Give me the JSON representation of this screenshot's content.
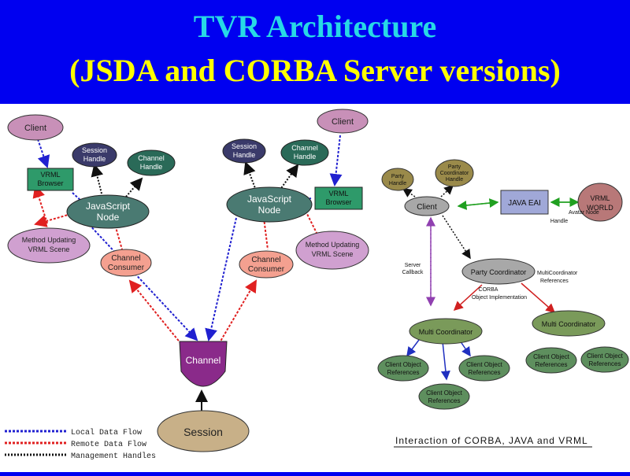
{
  "title": {
    "line1": "TVR Architecture",
    "line2": "(JSDA and CORBA Server versions)"
  },
  "left_diagram": {
    "nodes": {
      "client_left": "Client",
      "client_right": "Client",
      "session_handle_left": [
        "Session",
        "Handle"
      ],
      "channel_handle_left": [
        "Channel",
        "Handle"
      ],
      "session_handle_right": [
        "Session",
        "Handle"
      ],
      "channel_handle_right": [
        "Channel",
        "Handle"
      ],
      "vrml_browser_left": [
        "VRML",
        "Browser"
      ],
      "vrml_browser_right": [
        "VRML",
        "Browser"
      ],
      "js_node_left": [
        "JavaScript",
        "Node"
      ],
      "js_node_right": [
        "JavaScript",
        "Node"
      ],
      "method_updating_left": [
        "Method Updating",
        "VRML Scene"
      ],
      "method_updating_right": [
        "Method Updating",
        "VRML Scene"
      ],
      "channel_consumer_left": [
        "Channel",
        "Consumer"
      ],
      "channel_consumer_right": [
        "Channel",
        "Consumer"
      ],
      "channel": "Channel",
      "session": "Session"
    },
    "legend": [
      {
        "label": "Local Data Flow",
        "color": "#2020d0"
      },
      {
        "label": "Remote Data Flow",
        "color": "#e02020"
      },
      {
        "label": "Management Handles",
        "color": "#101010"
      }
    ]
  },
  "right_diagram": {
    "nodes": {
      "party_handle": [
        "Party",
        "Handle"
      ],
      "party_coord_handle": [
        "Party",
        "Coordinator",
        "Handle"
      ],
      "client": "Client",
      "java_eai": "JAVA EAI",
      "vrml_world": [
        "VRML",
        "WORLD"
      ],
      "party_coordinator": "Party Coordinator",
      "multi_coordinator_left": "Multi Coordinator",
      "multi_coordinator_right": "Multi Coordinator",
      "cor_1": [
        "Client Object",
        "References"
      ],
      "cor_2": [
        "Client Object",
        "References"
      ],
      "cor_3": [
        "Client Object",
        "References"
      ],
      "cor_4": [
        "Client Object",
        "References"
      ],
      "cor_5": [
        "Client Object",
        "References"
      ]
    },
    "labels": {
      "avatar_node_handle": [
        "Avatar Node",
        "Handle"
      ],
      "server_callbacks": [
        "Server",
        "Callback"
      ],
      "multicoord_refs": [
        "MultiCoordinator",
        "References"
      ],
      "corba_impl": [
        "CORBA",
        "Object Implementation"
      ]
    },
    "caption": "Interaction of CORBA, JAVA and VRML"
  },
  "colors": {
    "background": "#0000f0",
    "title_line1": "#27d9e6",
    "title_line2": "#ffff00"
  }
}
